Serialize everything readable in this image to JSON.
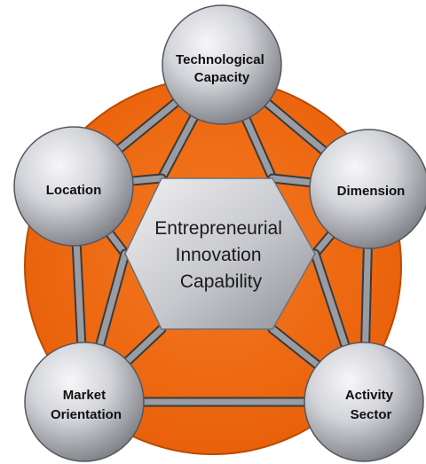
{
  "center": {
    "lines": [
      "Entrepreneurial",
      "Innovation",
      "Capability"
    ]
  },
  "nodes": [
    {
      "id": "technological-capacity",
      "lines": [
        "Technological",
        "Capacity"
      ]
    },
    {
      "id": "location",
      "lines": [
        "Location"
      ]
    },
    {
      "id": "dimension",
      "lines": [
        "Dimension"
      ]
    },
    {
      "id": "market-orientation",
      "lines": [
        "Market",
        "Orientation"
      ]
    },
    {
      "id": "activity-sector",
      "lines": [
        "Activity",
        "Sector"
      ]
    }
  ],
  "colors": {
    "background_disc": "#f26a10",
    "background_disc_edge": "#c24e00",
    "sphere_light": "#f4f4f6",
    "sphere_dark": "#7d7f88",
    "connector": "#9a9ca4",
    "connector_edge": "#3a3a3a",
    "hexagon_light": "#e9e9ec",
    "hexagon_dark": "#9a9ca3"
  }
}
